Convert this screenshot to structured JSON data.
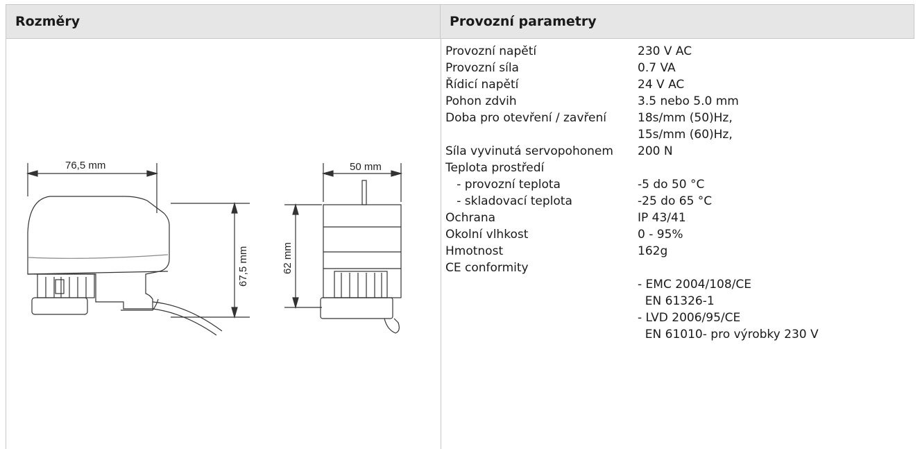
{
  "left_header": "Rozměry",
  "right_header": "Provozní parametry",
  "dimensions": {
    "width_side": "76,5 mm",
    "height_side": "67,5 mm",
    "width_front": "50 mm",
    "height_front": "62 mm"
  },
  "params": [
    {
      "label": "Provozní napětí",
      "value": "230 V AC"
    },
    {
      "label": "Provozní síla",
      "value": "0.7 VA"
    },
    {
      "label": "Řídicí napětí",
      "value": "24 V AC"
    },
    {
      "label": "Pohon zdvih",
      "value": "3.5 nebo 5.0 mm"
    },
    {
      "label": "Doba pro otevření / zavření",
      "value": "18s/mm (50)Hz,"
    },
    {
      "label": "",
      "value": "15s/mm (60)Hz,"
    },
    {
      "label": "Síla vyvinutá servopohonem",
      "value": "200 N"
    },
    {
      "label": "Teplota prostředí",
      "value": ""
    },
    {
      "label": "   - provozní teplota",
      "value": "-5 do 50 °C"
    },
    {
      "label": "   - skladovací teplota",
      "value": "-25 do 65 °C"
    },
    {
      "label": "Ochrana",
      "value": "IP 43/41"
    },
    {
      "label": "Okolní vlhkost",
      "value": "0 - 95%"
    },
    {
      "label": "Hmotnost",
      "value": "162g"
    },
    {
      "label": "CE conformity",
      "value": ""
    },
    {
      "label": "",
      "value": "- EMC 2004/108/CE"
    },
    {
      "label": "",
      "value": "  EN 61326-1"
    },
    {
      "label": "",
      "value": "- LVD 2006/95/CE"
    },
    {
      "label": "",
      "value": "  EN 61010- pro výrobky 230 V"
    }
  ]
}
